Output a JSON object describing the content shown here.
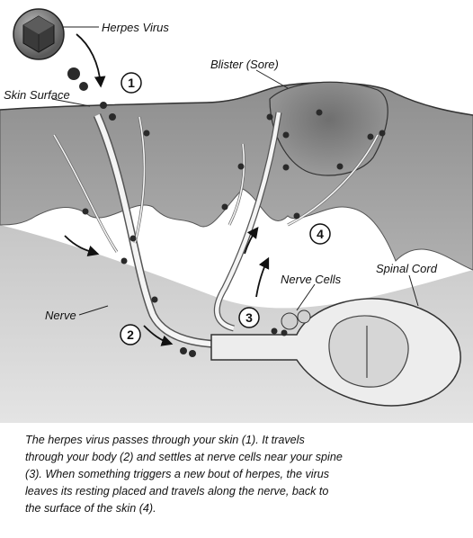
{
  "labels": {
    "herpes_virus": "Herpes Virus",
    "skin_surface": "Skin Surface",
    "blister": "Blister (Sore)",
    "nerve": "Nerve",
    "nerve_cells": "Nerve Cells",
    "spinal_cord": "Spinal Cord"
  },
  "steps": [
    "1",
    "2",
    "3",
    "4"
  ],
  "caption": {
    "lines": [
      "The herpes virus passes through your skin (1). It travels",
      "through your body (2) and settles at nerve cells near your spine",
      "(3). When something triggers a new bout of herpes, the virus",
      "leaves its resting placed and travels along the nerve, back to",
      "the surface of the skin (4)."
    ]
  },
  "colors": {
    "skin_top": "#8e8e8e",
    "skin_mid": "#a8a8a8",
    "tissue": "#c9c9c9",
    "tissue_deep": "#dedede",
    "nerve": "#f4f4f4",
    "virus": "#2a2a2a"
  }
}
